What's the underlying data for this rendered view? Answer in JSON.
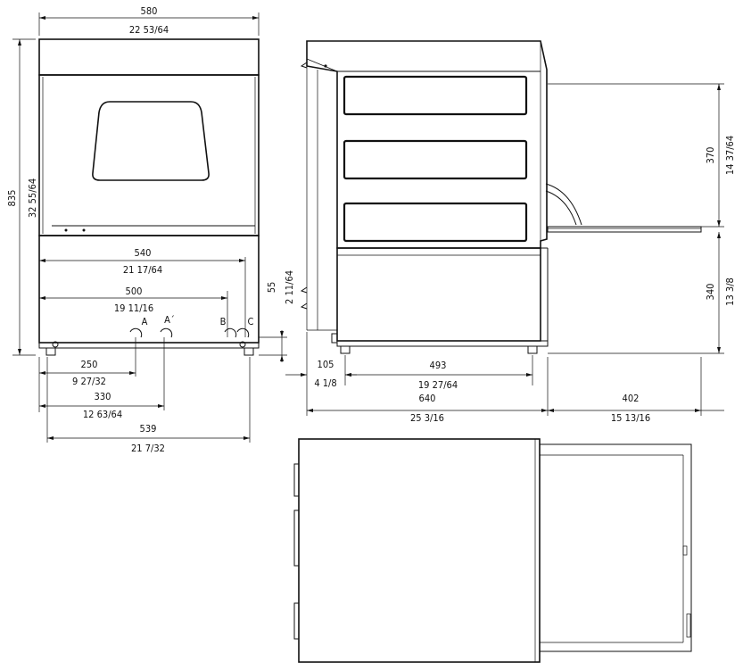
{
  "dims": {
    "width_top": {
      "mm": "580",
      "inch": "22 53/64"
    },
    "height_total": {
      "mm": "835",
      "inch": "32 55/64"
    },
    "rack_540": {
      "mm": "540",
      "inch": "21 17/64"
    },
    "rack_500": {
      "mm": "500",
      "inch": "19 11/16"
    },
    "side_55": {
      "mm": "55",
      "inch": "2 11/64"
    },
    "d250": {
      "mm": "250",
      "inch": "9 27/32"
    },
    "d330": {
      "mm": "330",
      "inch": "12 63/64"
    },
    "d539": {
      "mm": "539",
      "inch": "21 7/32"
    },
    "d105": {
      "mm": "105",
      "inch": "4 1/8"
    },
    "d493": {
      "mm": "493",
      "inch": "19 27/64"
    },
    "d640": {
      "mm": "640",
      "inch": "25 3/16"
    },
    "d402": {
      "mm": "402",
      "inch": "15 13/16"
    },
    "d370": {
      "mm": "370",
      "inch": "14 37/64"
    },
    "d340": {
      "mm": "340",
      "inch": "13 3/8"
    }
  },
  "connections": {
    "a1": "A",
    "a2": "A´",
    "b": "B",
    "c": "C"
  }
}
